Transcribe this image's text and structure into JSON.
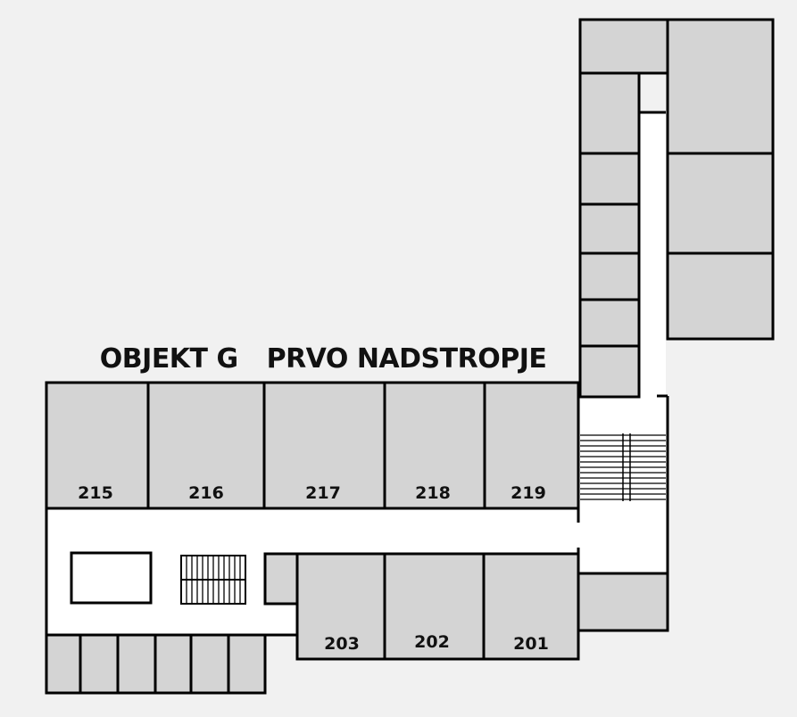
{
  "title": {
    "building": "OBJEKT G",
    "floor": "PRVO NADSTROPJE"
  },
  "rooms": [
    {
      "id": "215",
      "label": "215"
    },
    {
      "id": "216",
      "label": "216"
    },
    {
      "id": "217",
      "label": "217"
    },
    {
      "id": "218",
      "label": "218"
    },
    {
      "id": "219",
      "label": "219"
    },
    {
      "id": "203",
      "label": "203"
    },
    {
      "id": "202",
      "label": "202"
    },
    {
      "id": "201",
      "label": "201"
    }
  ],
  "colors": {
    "background": "#f1f1f1",
    "room_fill": "#d4d4d4",
    "corridor_fill": "#ffffff",
    "wall": "#000000",
    "text": "#111111"
  }
}
